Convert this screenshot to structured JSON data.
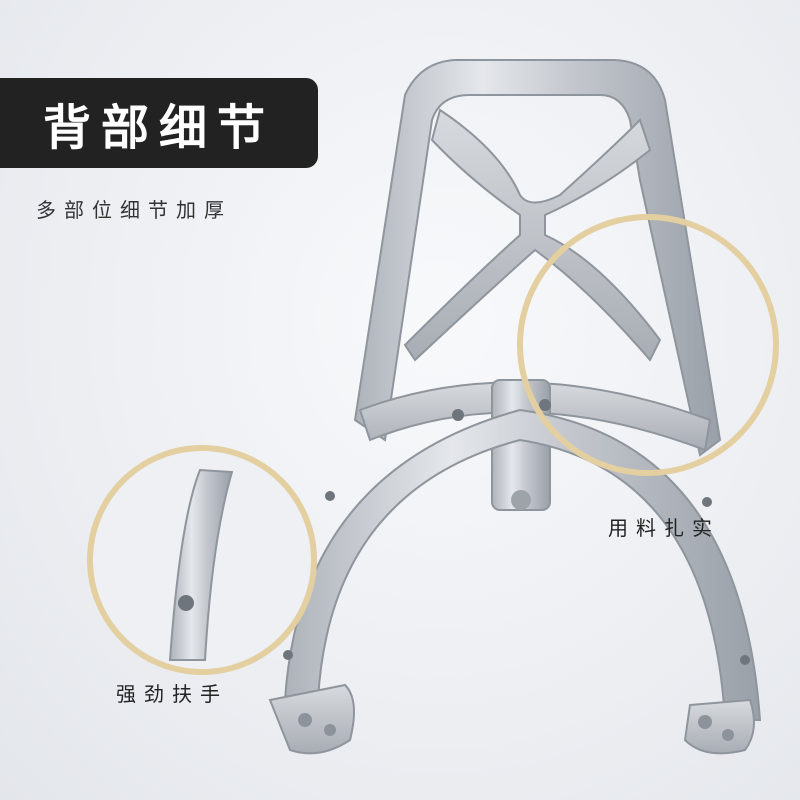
{
  "header": {
    "title": "背部细节",
    "subtitle": "多部位细节加厚"
  },
  "callouts": {
    "right": "用料扎实",
    "left": "强劲扶手"
  },
  "colors": {
    "title_bg": "#222222",
    "highlight_ring": "#e3cf9f",
    "metal": "#c4c8ce"
  }
}
